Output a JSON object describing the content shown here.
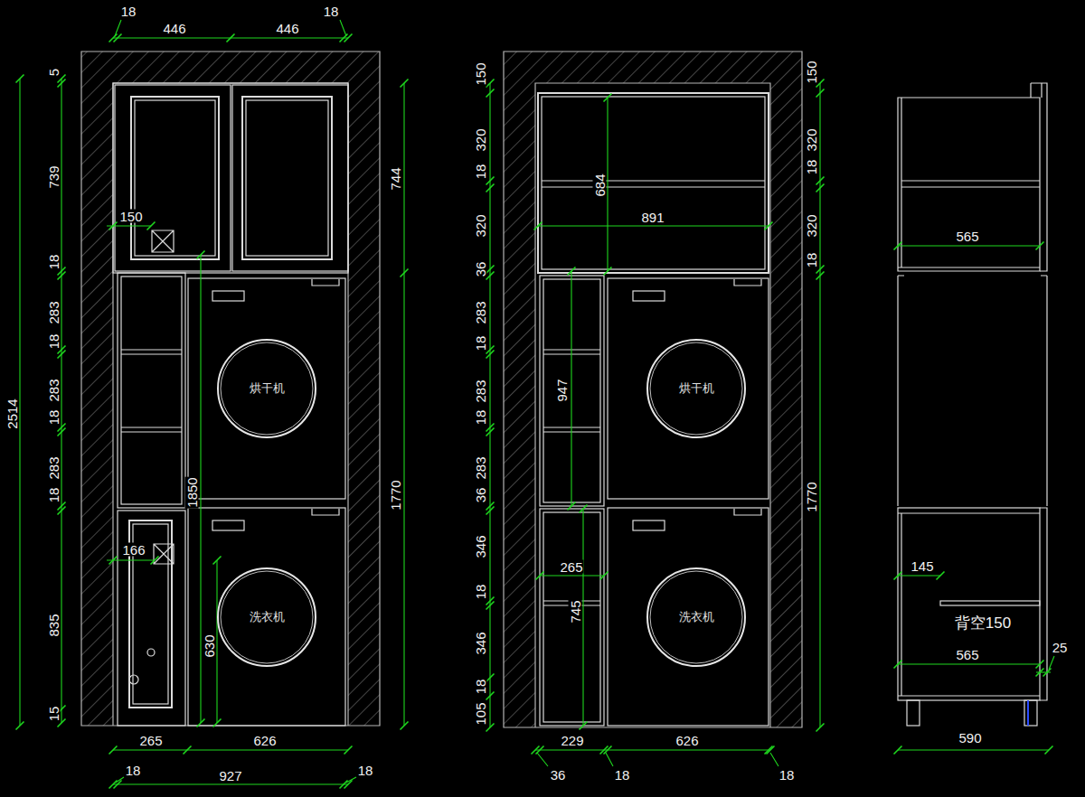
{
  "diagram": {
    "nodes": [
      {
        "text": [
          "烘干机"
        ]
      },
      {
        "text": [
          "洗衣机"
        ]
      },
      {
        "text": [
          "烘干机"
        ]
      },
      {
        "text": [
          "洗衣机"
        ]
      }
    ],
    "labels": [
      "18",
      "446",
      "446",
      "18",
      "5",
      "739",
      "18",
      "283",
      "18",
      "283",
      "18",
      "283",
      "18",
      "835",
      "15",
      "2514",
      "744",
      "1770",
      "150",
      "1850",
      "166",
      "630",
      "265",
      "626",
      "18",
      "927",
      "18",
      "150",
      "320",
      "18",
      "320",
      "36",
      "283",
      "18",
      "283",
      "18",
      "283",
      "36",
      "346",
      "18",
      "346",
      "18",
      "105",
      "150",
      "320",
      "18",
      "320",
      "18",
      "1770",
      "684",
      "891",
      "947",
      "265",
      "745",
      "229",
      "626",
      "36",
      "18",
      "18",
      "565",
      "145",
      "背空150",
      "565",
      "25",
      "590"
    ]
  }
}
